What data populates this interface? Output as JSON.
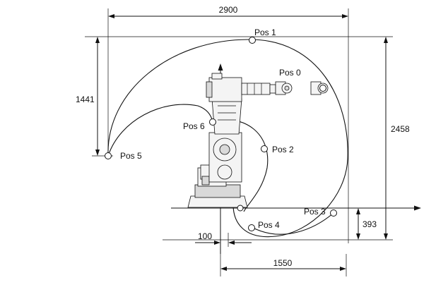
{
  "dimensions": {
    "reach_width": "2900",
    "height_total": "2458",
    "height_pos5": "1441",
    "height_pos3": "393",
    "offset_x": "100",
    "reach_forward": "1550"
  },
  "positions": [
    {
      "id": "pos0",
      "label": "Pos 0"
    },
    {
      "id": "pos1",
      "label": "Pos 1"
    },
    {
      "id": "pos2",
      "label": "Pos 2"
    },
    {
      "id": "pos3",
      "label": "Pos 3"
    },
    {
      "id": "pos4",
      "label": "Pos 4"
    },
    {
      "id": "pos5",
      "label": "Pos 5"
    },
    {
      "id": "pos6",
      "label": "Pos 6"
    }
  ],
  "icons": {
    "robot": "industrial-robot-side-view-icon"
  }
}
